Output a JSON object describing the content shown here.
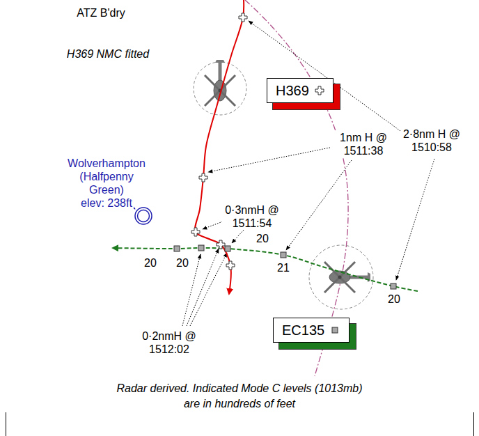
{
  "diagram": {
    "caption": "Radar derived. Indicated Mode C levels (1013mb) are in hundreds of feet",
    "nodes": [
      {
        "text": [
          "H369"
        ]
      },
      {
        "text": [
          "EC135"
        ]
      }
    ],
    "labels": [
      "ATZ B'dry",
      "H369 NMC fitted",
      "Wolverhampton (Halfpenny Green)",
      "elev: 238ft",
      "2·8nm H @ 1510:58",
      "1nm H @ 1511:38",
      "0·3nmH @ 1511:54",
      "20",
      "20",
      "20",
      "21",
      "20",
      "0·2nmH @ 1512:02"
    ]
  }
}
